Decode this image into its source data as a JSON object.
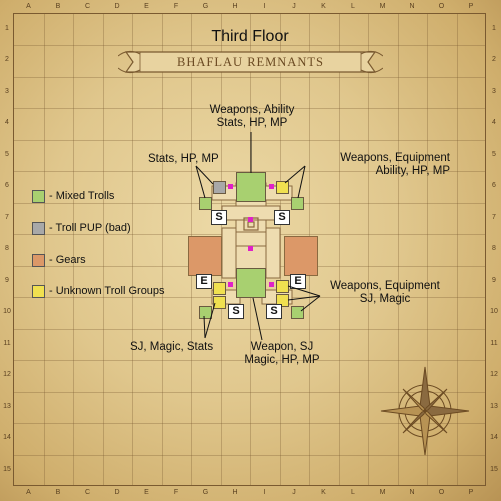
{
  "map": {
    "title": "Third Floor",
    "banner": "BHAFLAU REMNANTS",
    "columns": [
      "A",
      "B",
      "C",
      "D",
      "E",
      "F",
      "G",
      "H",
      "I",
      "J",
      "K",
      "L",
      "M",
      "N",
      "O",
      "P"
    ],
    "rows": [
      "1",
      "2",
      "3",
      "4",
      "5",
      "6",
      "7",
      "8",
      "9",
      "10",
      "11",
      "12",
      "13",
      "14",
      "15"
    ],
    "colors": {
      "mixed_trolls": "#a8d070",
      "troll_pup": "#a8a8a8",
      "gears": "#dc9868",
      "unknown_troll_groups": "#f0e050",
      "door": "#e020c8",
      "corridor": "#eedcb0"
    }
  },
  "legend": [
    {
      "label": "- Mixed Trolls",
      "color": "#a8d070"
    },
    {
      "label": "- Troll PUP (bad)",
      "color": "#a8a8a8"
    },
    {
      "label": "- Gears",
      "color": "#dc9868"
    },
    {
      "label": "- Unknown Troll Groups",
      "color": "#f0e050"
    }
  ],
  "room_tags": {
    "s": "S",
    "e": "E"
  },
  "annotations": {
    "top_center_1": "Weapons, Ability",
    "top_center_2": "Stats, HP, MP",
    "top_left": "Stats, HP, MP",
    "top_right_1": "Weapons, Equipment",
    "top_right_2": "Ability, HP, MP",
    "bottom_right_1": "Weapons, Equipment",
    "bottom_right_2": "SJ, Magic",
    "bottom_left": "SJ, Magic, Stats",
    "bottom_center_1": "Weapon, SJ",
    "bottom_center_2": "Magic, HP, MP"
  },
  "compass_icon": "compass-rose-icon"
}
